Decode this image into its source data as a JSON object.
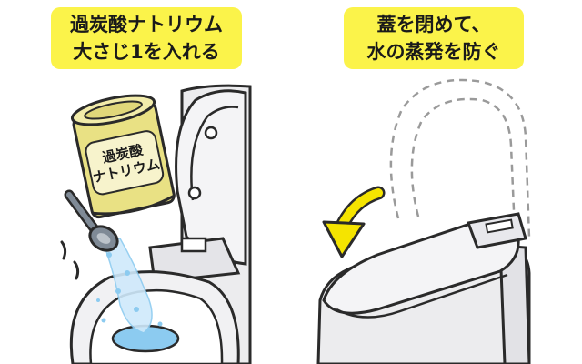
{
  "panels": [
    {
      "caption_line1": "過炭酸ナトリウム",
      "caption_line2": "大さじ1を入れる",
      "can_label_line1": "過炭酸",
      "can_label_line2": "ナトリウム"
    },
    {
      "caption_line1": "蓋を閉めて、",
      "caption_line2": "水の蒸発を防ぐ"
    }
  ],
  "colors": {
    "caption_bg": "#fbf34a",
    "can_gold": "#e9e184",
    "arrow_yellow": "#f5e400",
    "toilet_grey": "#ececee",
    "water_blue": "#8ccbf0"
  }
}
